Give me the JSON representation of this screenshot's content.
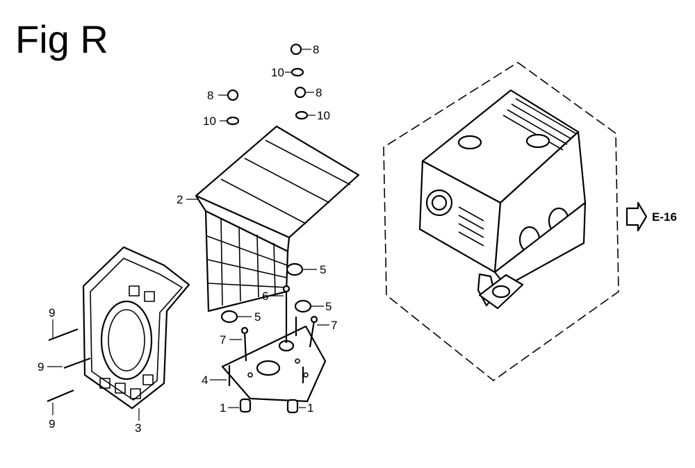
{
  "figure": {
    "title": "Fig R",
    "reference": "E-16",
    "callouts": [
      {
        "id": "c-8-a",
        "label": "8"
      },
      {
        "id": "c-10-a",
        "label": "10"
      },
      {
        "id": "c-8-b",
        "label": "8"
      },
      {
        "id": "c-8-c",
        "label": "8"
      },
      {
        "id": "c-10-b",
        "label": "10"
      },
      {
        "id": "c-10-c",
        "label": "10"
      },
      {
        "id": "c-2",
        "label": "2"
      },
      {
        "id": "c-5-a",
        "label": "5"
      },
      {
        "id": "c-6",
        "label": "6"
      },
      {
        "id": "c-5-b",
        "label": "5"
      },
      {
        "id": "c-5-c",
        "label": "5"
      },
      {
        "id": "c-7-a",
        "label": "7"
      },
      {
        "id": "c-7-b",
        "label": "7"
      },
      {
        "id": "c-4",
        "label": "4"
      },
      {
        "id": "c-1-a",
        "label": "1"
      },
      {
        "id": "c-1-b",
        "label": "1"
      },
      {
        "id": "c-9-a",
        "label": "9"
      },
      {
        "id": "c-9-b",
        "label": "9"
      },
      {
        "id": "c-9-c",
        "label": "9"
      },
      {
        "id": "c-3",
        "label": "3"
      }
    ]
  }
}
